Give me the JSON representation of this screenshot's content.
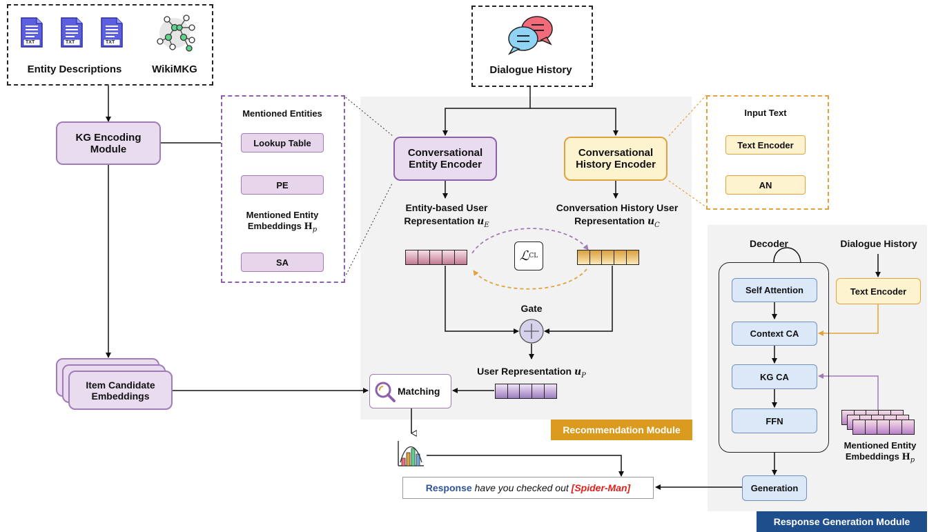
{
  "sources": {
    "entity_descriptions": "Entity Descriptions",
    "wikimkg": "WikiMKG",
    "txt_label": "TXT",
    "dialogue_history": "Dialogue History"
  },
  "kg_encoding_module": "KG Encoding Module",
  "entity_detail": {
    "mentioned_entities": "Mentioned Entities",
    "lookup_table": "Lookup Table",
    "pe": "PE",
    "mentioned_entity_embeddings": "Mentioned Entity Embeddings",
    "hp": "H",
    "hp_sub": "p",
    "sa": "SA"
  },
  "history_detail": {
    "input_text": "Input Text",
    "text_encoder": "Text Encoder",
    "an": "AN"
  },
  "recommendation": {
    "entity_encoder": "Conversational Entity Encoder",
    "history_encoder": "Conversational History Encoder",
    "entity_rep_label": "Entity-based User Representation",
    "entity_rep_sym": "u",
    "entity_rep_sub": "E",
    "history_rep_label": "Conversation History User Representation",
    "history_rep_sym": "u",
    "history_rep_sub": "C",
    "loss": "ℒ",
    "loss_sub": "CL",
    "gate": "Gate",
    "user_rep_label": "User Representation",
    "user_rep_sym": "u",
    "user_rep_sub": "P",
    "matching": "Matching",
    "module_name": "Recommendation Module"
  },
  "item_candidates": "Item Candidate Embeddings",
  "generation": {
    "decoder": "Decoder",
    "dialogue_history": "Dialogue History",
    "self_attention": "Self Attention",
    "context_ca": "Context CA",
    "kg_ca": "KG CA",
    "ffn": "FFN",
    "text_encoder": "Text Encoder",
    "mentioned_entity_embeddings": "Mentioned Entity Embeddings",
    "hp": "H",
    "hp_sub": "p",
    "generation": "Generation",
    "module_name": "Response Generation Module"
  },
  "response": {
    "label": "Response",
    "text": "have you checked out",
    "entity": "[Spider-Man]"
  },
  "colors": {
    "purple_fill": "#e9dcef",
    "purple_border": "#a07bb7",
    "yellow_fill": "#fdf3cf",
    "yellow_border": "#e2a23a",
    "blue_fill": "#dbe8f8",
    "recommendation_tag": "#d99a1e",
    "generation_tag": "#1f4e8c",
    "response_blue": "#2f5597",
    "response_red": "#e0201b"
  }
}
